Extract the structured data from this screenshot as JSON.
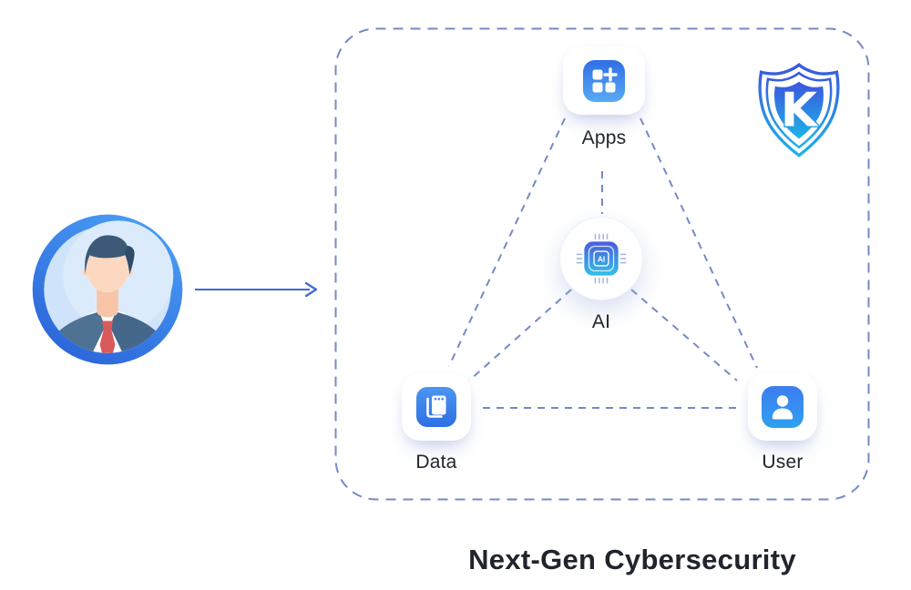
{
  "title": "Next-Gen Cybersecurity",
  "diagram": {
    "logo": {
      "letter": "K"
    },
    "chip_text": "AI",
    "nodes": [
      {
        "id": "apps",
        "label": "Apps"
      },
      {
        "id": "ai",
        "label": "AI"
      },
      {
        "id": "data",
        "label": "Data"
      },
      {
        "id": "user",
        "label": "User"
      }
    ],
    "connections": [
      "apps-data",
      "apps-user",
      "apps-ai",
      "ai-data",
      "ai-user",
      "data-user"
    ]
  },
  "icons": {
    "avatar": "businessman-avatar",
    "arrow": "flow-arrow",
    "apps": "apps-grid-plus-icon",
    "ai": "ai-chip-icon",
    "data": "data-card-icon",
    "user": "user-profile-icon",
    "logo": "shield-k-logo"
  },
  "colors": {
    "icon_blue_top": "#336ee6",
    "icon_blue_bottom": "#55aaf4",
    "dashed_line": "#7589c6",
    "arrow": "#3e6cd6",
    "label_text": "#22252e",
    "title_text": "#20242c",
    "shield_top": "#3c56de",
    "shield_bottom": "#1cb4e8",
    "tie_red": "#d95a5a",
    "suit_blue": "#4f7292"
  }
}
